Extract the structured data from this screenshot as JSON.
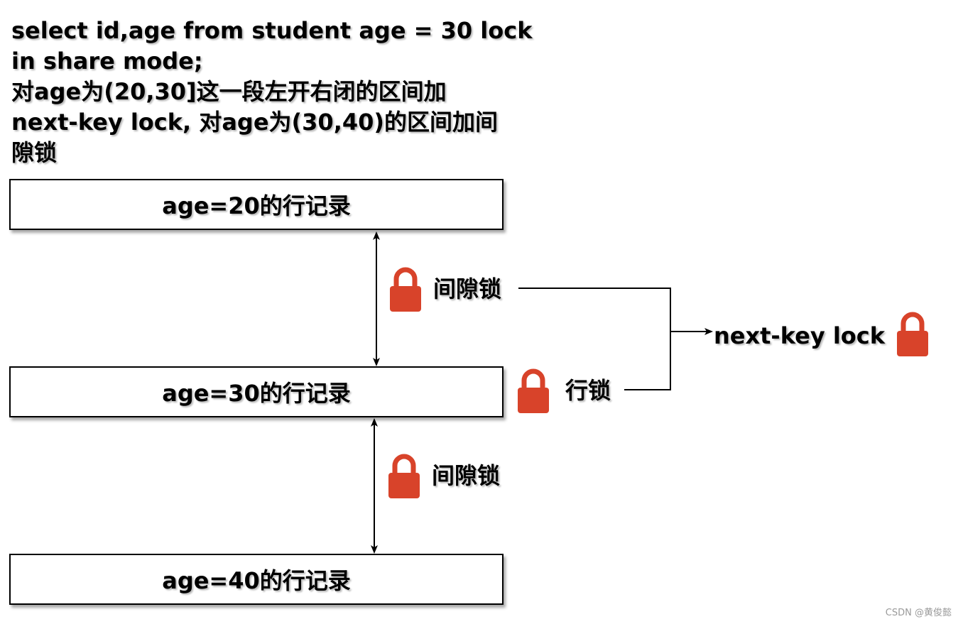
{
  "description": {
    "lines": [
      "select id,age from student age = 30 lock",
      "in share mode;",
      "对age为(20,30]这一段左开右闭的区间加",
      "next-key lock, 对age为(30,40)的区间加间",
      "隙锁"
    ]
  },
  "records": [
    {
      "label": "age=20的行记录"
    },
    {
      "label": "age=30的行记录"
    },
    {
      "label": "age=40的行记录"
    }
  ],
  "locks": {
    "gap_lock_upper": "间隙锁",
    "row_lock": "行锁",
    "gap_lock_lower": "间隙锁",
    "next_key_lock": "next-key lock"
  },
  "icons": {
    "lock_icon": "lock-icon"
  },
  "colors": {
    "lock_red": "#d8432a",
    "stroke": "#000000"
  },
  "watermark": "CSDN @黄俊懿"
}
